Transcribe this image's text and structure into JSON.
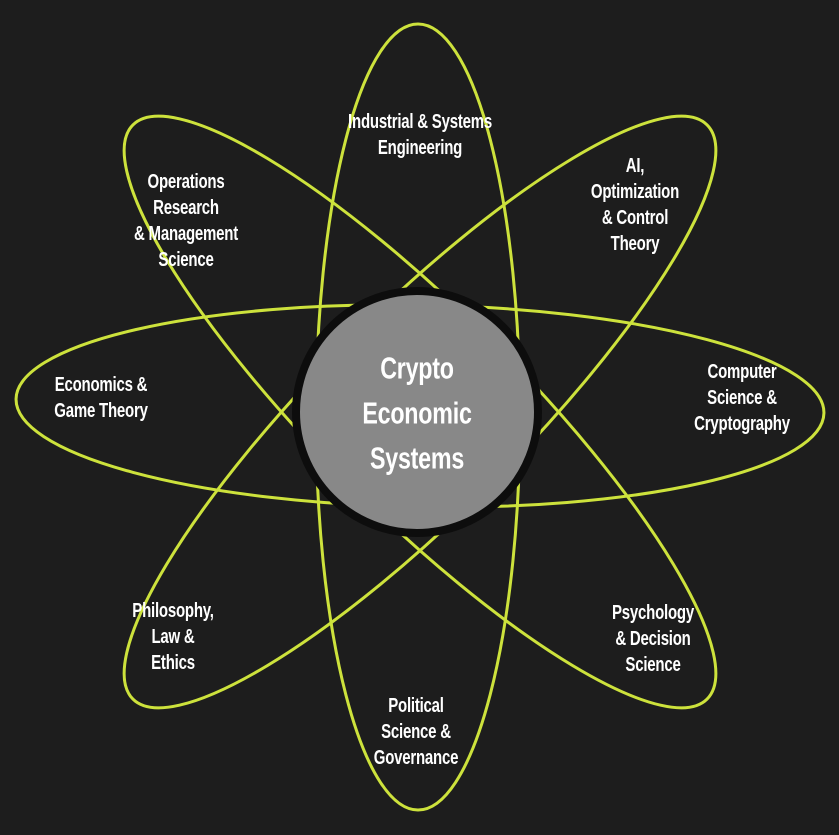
{
  "colors": {
    "background": "#1d1d1d",
    "ellipse_stroke": "#cde23c",
    "circle_fill": "#888888",
    "circle_stroke": "#0d0d0d",
    "text": "#ffffff"
  },
  "diagram": {
    "center": {
      "title": "Crypto\nEconomic\nSystems"
    },
    "petals": [
      {
        "position": "top",
        "label": "Industrial & Systems\nEngineering"
      },
      {
        "position": "top-right",
        "label": "AI,\nOptimization\n& Control\nTheory"
      },
      {
        "position": "right",
        "label": "Computer\nScience &\nCryptography"
      },
      {
        "position": "bottom-right",
        "label": "Psychology\n& Decision\nScience"
      },
      {
        "position": "bottom",
        "label": "Political\nScience &\nGovernance"
      },
      {
        "position": "bottom-left",
        "label": "Philosophy,\nLaw &\nEthics"
      },
      {
        "position": "left",
        "label": "Economics &\nGame Theory"
      },
      {
        "position": "top-left",
        "label": "Operations\nResearch\n& Management\nScience"
      }
    ]
  }
}
